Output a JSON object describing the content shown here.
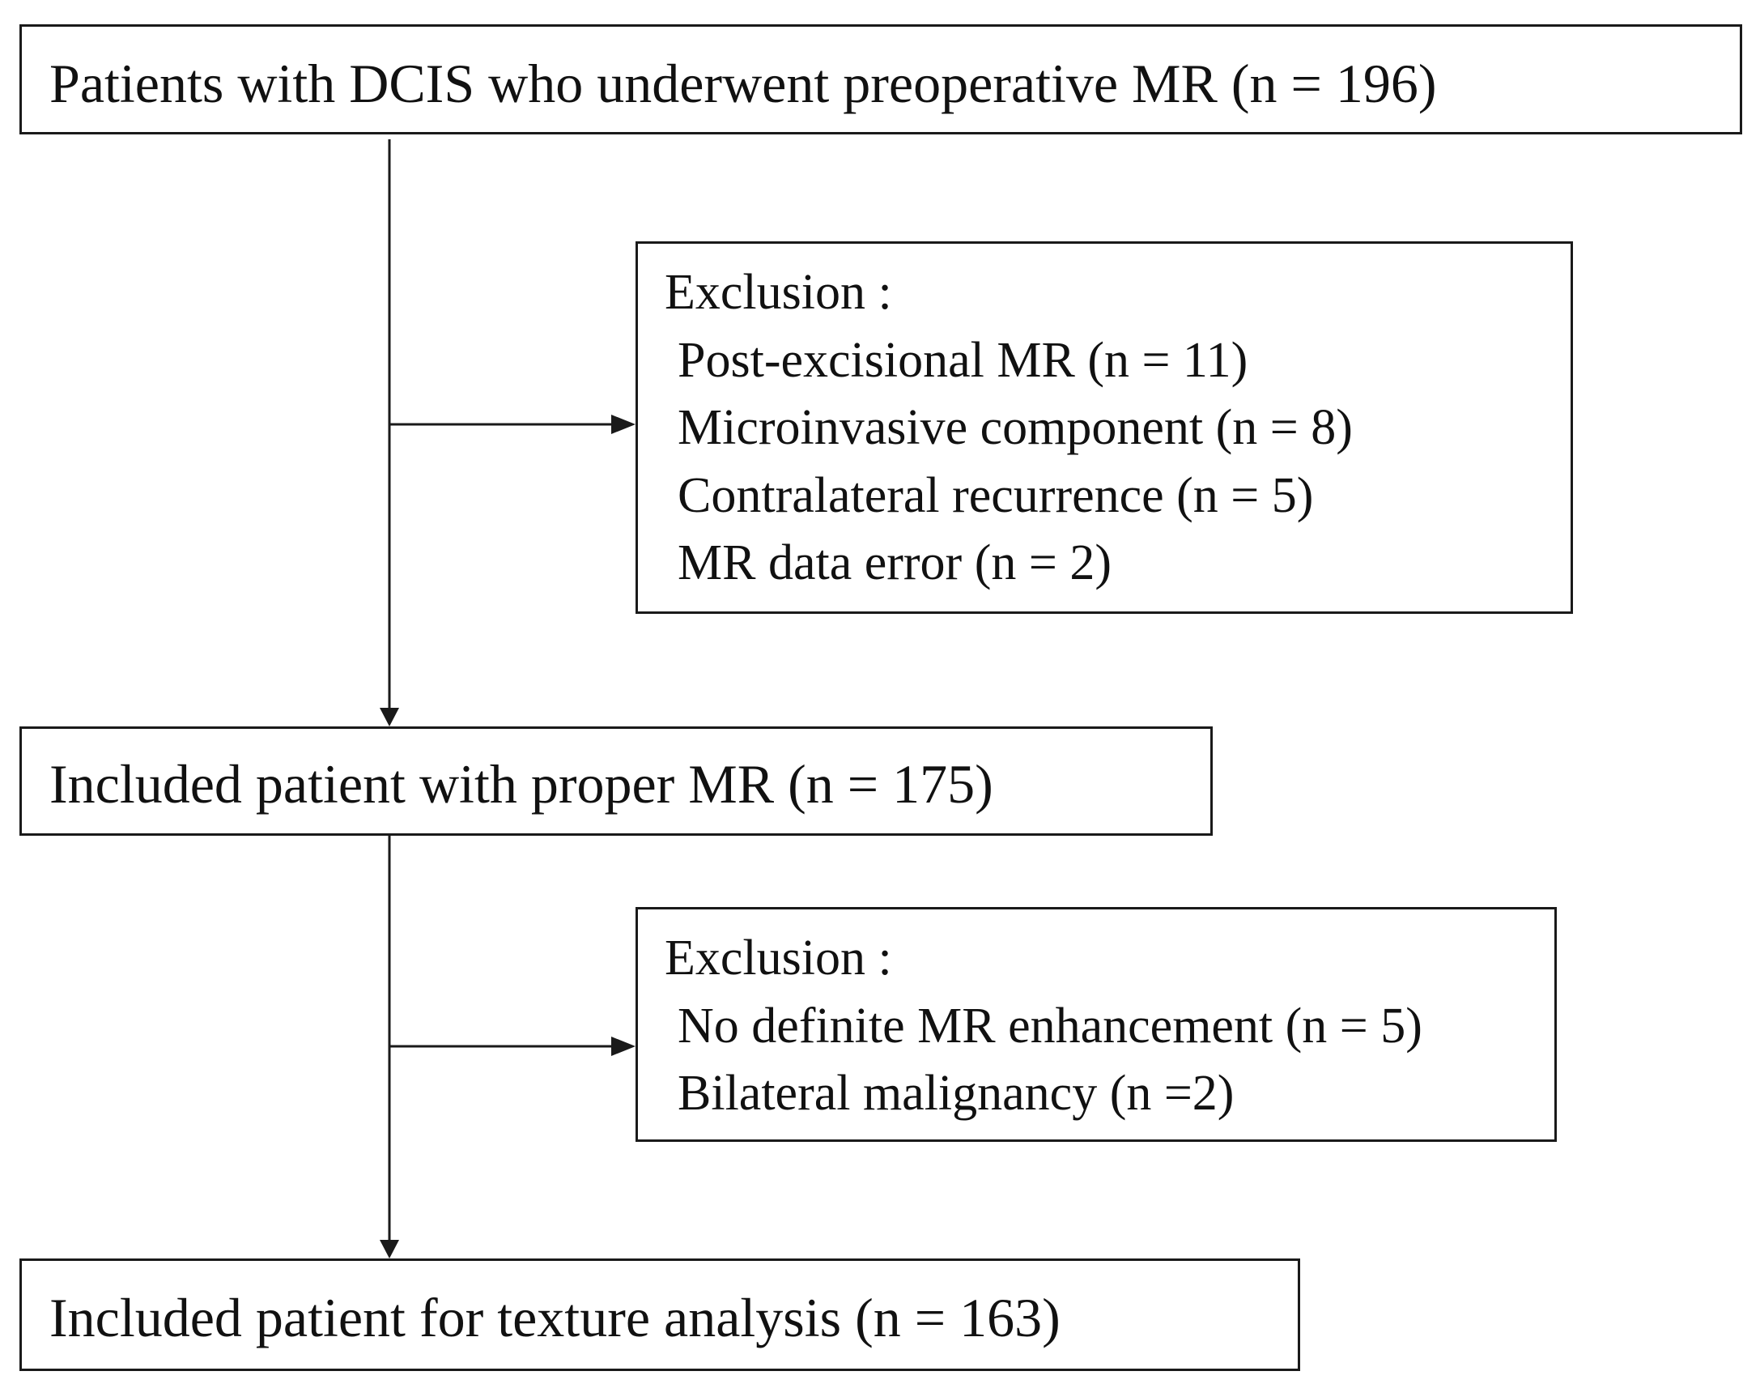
{
  "flow": {
    "step1": "Patients with DCIS who underwent preoperative MR (n = 196)",
    "exclusion1": {
      "heading": "Exclusion :",
      "items": [
        "Post-excisional MR (n = 11)",
        "Microinvasive component (n = 8)",
        "Contralateral recurrence (n = 5)",
        "MR data error (n = 2)"
      ]
    },
    "step2": "Included patient with proper MR (n = 175)",
    "exclusion2": {
      "heading": "Exclusion :",
      "items": [
        "No definite MR enhancement (n = 5)",
        "Bilateral malignancy (n =2)"
      ]
    },
    "step3": "Included patient for texture analysis (n = 163)"
  },
  "colors": {
    "line": "#1a1a1a",
    "text": "#111111",
    "background": "#ffffff"
  }
}
